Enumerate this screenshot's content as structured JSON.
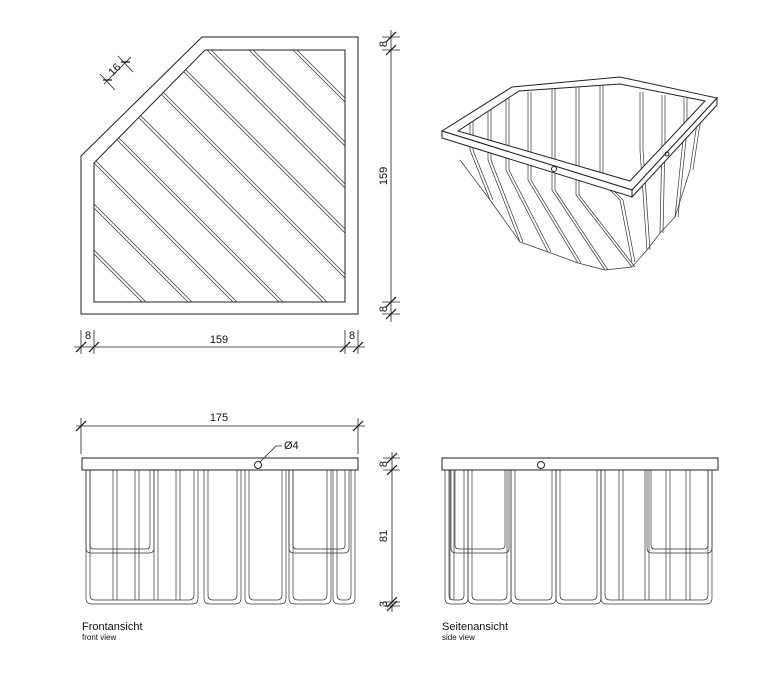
{
  "top_view": {
    "dims": {
      "chamfer": "16",
      "top_frame": "8",
      "height": "159",
      "bottom_frame": "8",
      "left_frame": "8",
      "width": "159",
      "right_frame": "8"
    }
  },
  "front_view": {
    "title": "Frontansicht",
    "subtitle": "front view",
    "dims": {
      "width": "175",
      "hole": "Ø4",
      "rim": "8",
      "height": "81",
      "base": "3"
    }
  },
  "side_view": {
    "title": "Seitenansicht",
    "subtitle": "side view"
  }
}
